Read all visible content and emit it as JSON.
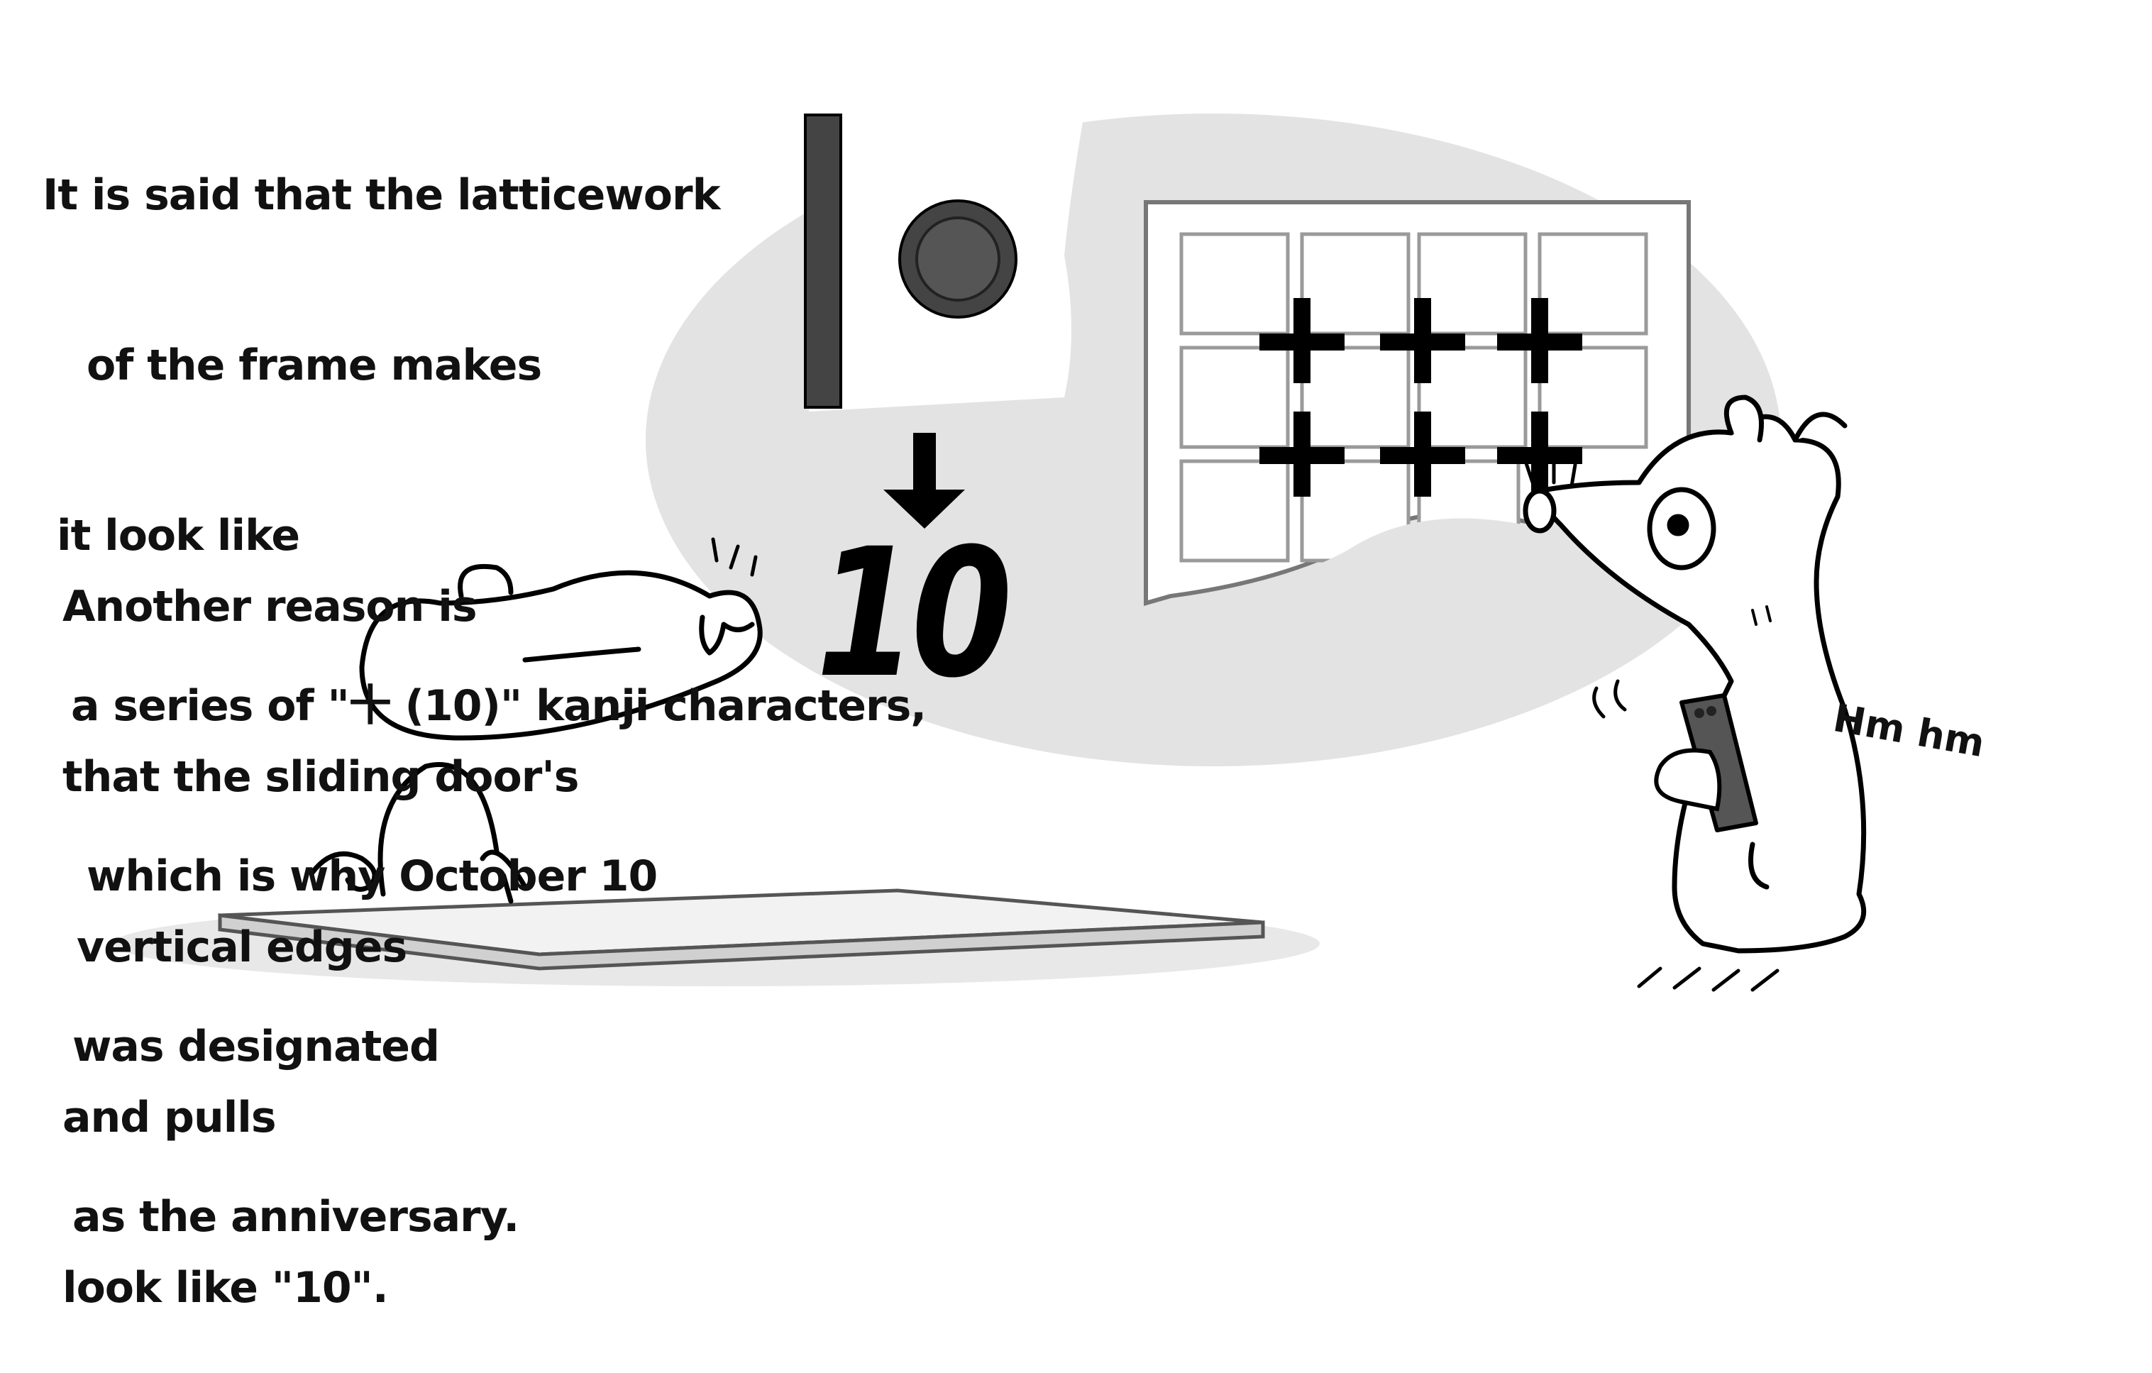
{
  "caption_1": {
    "lines": [
      "It is said that the latticework",
      "of the frame makes",
      "it look like",
      "a series of \"十 (10)\" kanji characters,",
      "which is why October 10",
      "was designated",
      "as the anniversary."
    ]
  },
  "caption_2": {
    "lines": [
      "Another reason is",
      "that the sliding door's",
      "vertical edges",
      "and pulls",
      "look like \"10\"."
    ]
  },
  "big_number": "10",
  "sound_effect": "Hm hm",
  "colors": {
    "thought_bubble": "#e3e3e3",
    "door_pull": "#444444",
    "ink": "#000000",
    "phone": "#555555"
  },
  "icons": [
    "door-edge-icon",
    "door-pull-icon",
    "down-arrow-icon",
    "cross-kanji-icon",
    "smartphone-icon"
  ]
}
